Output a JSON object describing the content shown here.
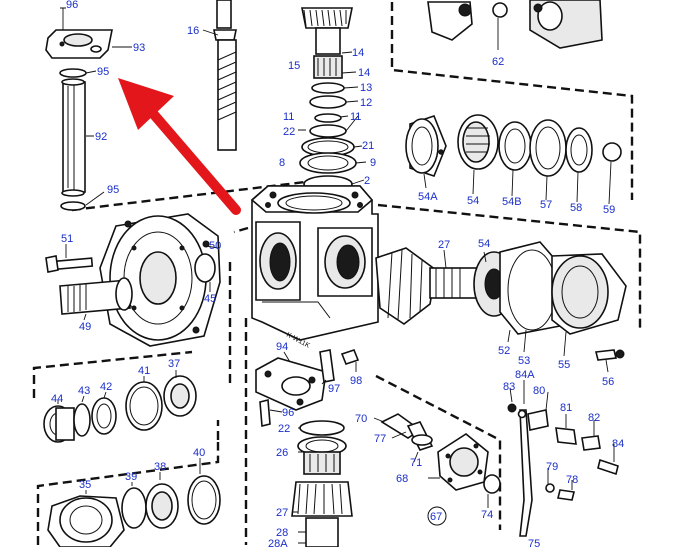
{
  "diagram": {
    "casting_text": "K-W11K",
    "arrow_color": "#e3171b",
    "label_color": "#1b2fc8",
    "callouts": {
      "c96": "96",
      "c93": "93",
      "c95a": "95",
      "c92": "92",
      "c95b": "95",
      "c16": "16",
      "c14a": "14",
      "c15": "15",
      "c14b": "14",
      "c13": "13",
      "c12": "12",
      "c11a": "11",
      "c11b": "11",
      "c22a": "22",
      "c21": "21",
      "c9": "9",
      "c8": "8",
      "c2": "2",
      "c62": "62",
      "c54A": "54A",
      "c54a": "54",
      "c54B": "54B",
      "c57": "57",
      "c58": "58",
      "c59": "59",
      "c51": "51",
      "c50": "50",
      "c45": "45",
      "c49": "49",
      "c27": "27",
      "c54b": "54",
      "c52": "52",
      "c53": "53",
      "c55": "55",
      "c56": "56",
      "c94": "94",
      "c97": "97",
      "c98": "98",
      "c96b": "96",
      "c22b": "22",
      "c26": "26",
      "c27b": "27",
      "c28": "28",
      "c28A": "28A",
      "c44": "44",
      "c43": "43",
      "c42": "42",
      "c41": "41",
      "c37": "37",
      "c35": "35",
      "c39": "39",
      "c38": "38",
      "c40": "40",
      "c70": "70",
      "c77": "77",
      "c71": "71",
      "c68": "68",
      "c67": "67",
      "c74": "74",
      "c83": "83",
      "c84A": "84A",
      "c80": "80",
      "c81": "81",
      "c82": "82",
      "c84": "84",
      "c79": "79",
      "c78": "78",
      "c75": "75"
    }
  }
}
